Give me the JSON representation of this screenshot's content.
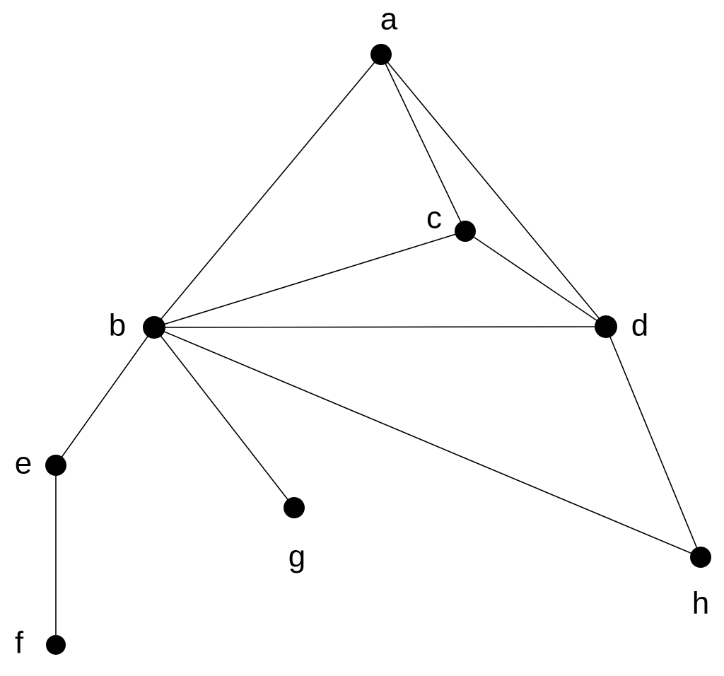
{
  "graph": {
    "nodes": [
      {
        "id": "a",
        "label": "a"
      },
      {
        "id": "b",
        "label": "b"
      },
      {
        "id": "c",
        "label": "c"
      },
      {
        "id": "d",
        "label": "d"
      },
      {
        "id": "e",
        "label": "e"
      },
      {
        "id": "f",
        "label": "f"
      },
      {
        "id": "g",
        "label": "g"
      },
      {
        "id": "h",
        "label": "h"
      }
    ],
    "edges": [
      [
        "a",
        "b"
      ],
      [
        "a",
        "c"
      ],
      [
        "a",
        "d"
      ],
      [
        "b",
        "c"
      ],
      [
        "b",
        "d"
      ],
      [
        "c",
        "d"
      ],
      [
        "b",
        "e"
      ],
      [
        "e",
        "f"
      ],
      [
        "b",
        "g"
      ],
      [
        "b",
        "h"
      ],
      [
        "d",
        "h"
      ]
    ]
  },
  "colors": {
    "line": "#000000",
    "node": "#000000",
    "background": "#ffffff"
  }
}
